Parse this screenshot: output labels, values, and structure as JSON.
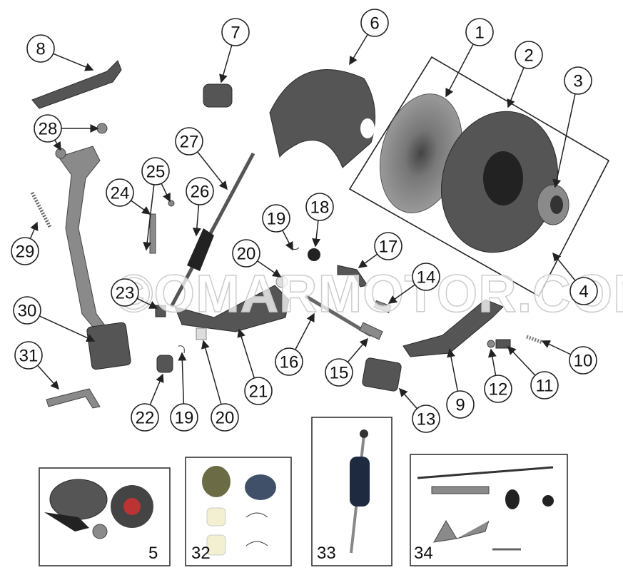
{
  "diagram_title": "",
  "callouts": [
    "1",
    "2",
    "3",
    "4",
    "6",
    "7",
    "8",
    "9",
    "10",
    "11",
    "12",
    "13",
    "14",
    "15",
    "16",
    "17",
    "18",
    "19",
    "20",
    "21",
    "22",
    "23",
    "24",
    "25",
    "26",
    "27",
    "28",
    "29",
    "30",
    "31",
    "19",
    "20"
  ],
  "kits": [
    {
      "label": "5"
    },
    {
      "label": "32"
    },
    {
      "label": "33"
    },
    {
      "label": "34"
    }
  ],
  "watermark": "©OMARMOTOR.COM"
}
